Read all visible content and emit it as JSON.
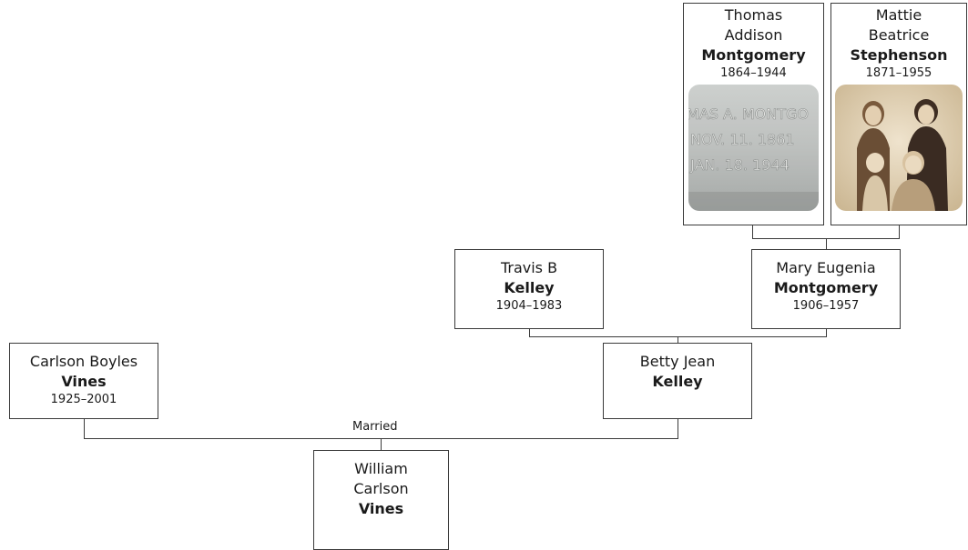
{
  "people": {
    "thomas": {
      "given": "Thomas Addison",
      "surname": "Montgomery",
      "dates": "1864–1944",
      "photo_text": [
        "MAS A. MONTGO",
        "NOV. 11. 1861",
        "JAN. 18. 1944"
      ]
    },
    "mattie": {
      "given": "Mattie Beatrice",
      "surname": "Stephenson",
      "dates": "1871–1955"
    },
    "travis": {
      "given": "Travis B",
      "surname": "Kelley",
      "dates": "1904–1983"
    },
    "mary": {
      "given": "Mary Eugenia",
      "surname": "Montgomery",
      "dates": "1906–1957"
    },
    "carlson": {
      "given": "Carlson Boyles",
      "surname": "Vines",
      "dates": "1925–2001"
    },
    "betty": {
      "given": "Betty Jean",
      "surname": "Kelley"
    },
    "william": {
      "given": "William Carlson",
      "surname": "Vines"
    }
  },
  "relationship_label": "Married"
}
